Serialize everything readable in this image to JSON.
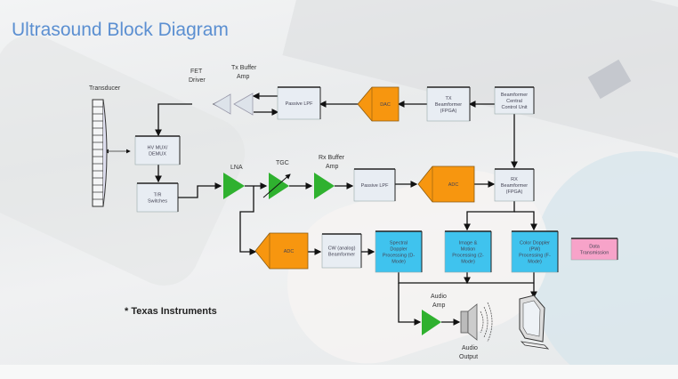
{
  "title": "Ultrasound Block Diagram",
  "credit": "* Texas Instruments",
  "colors": {
    "title": "#5b8fd1",
    "adc_dac": "#f7960f",
    "amp_green": "#2fb12f",
    "processing_blue": "#3fc3ee",
    "display_pink": "#f7a3c9",
    "block_fill": "#e8edf3"
  },
  "labels": {
    "transducer": "Transducer",
    "fet_driver_1": "FET",
    "fet_driver_2": "Driver",
    "tx_buffer_1": "Tx Buffer",
    "tx_buffer_2": "Amp",
    "lna": "LNA",
    "tgc": "TGC",
    "rx_buffer_1": "Rx Buffer",
    "rx_buffer_2": "Amp",
    "audio_amp_1": "Audio",
    "audio_amp_2": "Amp",
    "audio_output_1": "Audio",
    "audio_output_2": "Output"
  },
  "blocks": {
    "passive_lpf_tx": [
      "Passive LPF"
    ],
    "dac": [
      "DAC"
    ],
    "tx_beamformer": [
      "TX",
      "Beamformer",
      "(FPGA)"
    ],
    "beamformer_control": [
      "Beamformer",
      "Central",
      "Control Unit"
    ],
    "hv_mux": [
      "HV MUX/",
      "DEMUX"
    ],
    "tr_switches": [
      "T/R",
      "Switches"
    ],
    "passive_lpf_rx": [
      "Passive LPF"
    ],
    "adc_main": [
      "ADC"
    ],
    "rx_beamformer": [
      "RX",
      "Beamformer",
      "(FPGA)"
    ],
    "adc_cw": [
      "ADC"
    ],
    "cw_beamformer": [
      "CW (analog)",
      "Beamformer"
    ],
    "spectral_doppler": [
      "Spectral",
      "Doppler",
      "Processing (D-",
      "Mode)"
    ],
    "image_motion": [
      "Image &",
      "Motion",
      "Processing (2-",
      "Mode)"
    ],
    "color_doppler": [
      "Color Doppler",
      "(PW)",
      "Processing (F-",
      "Mode)"
    ],
    "data_transmission": [
      "Data",
      "Transmission"
    ]
  }
}
